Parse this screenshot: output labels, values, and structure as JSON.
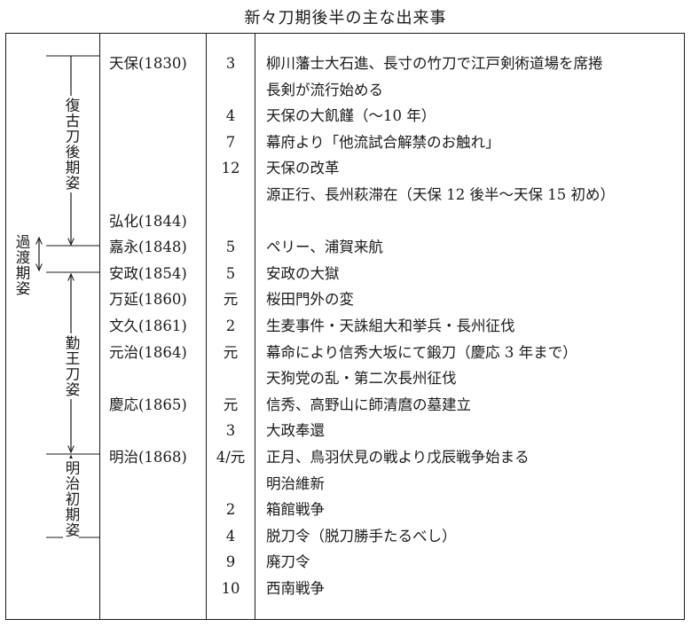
{
  "title": "新々刀期後半の主な出来事",
  "periods": [
    {
      "label": "復古刀後期姿"
    },
    {
      "label": "過渡期姿"
    },
    {
      "label": "勤王刀姿"
    },
    {
      "label": "明治初期姿"
    }
  ],
  "rows": [
    {
      "era": "天保(1830)",
      "year": "3",
      "event": "柳川藩士大石進、長寸の竹刀で江戸剣術道場を席捲"
    },
    {
      "era": "",
      "year": "",
      "event": "長剣が流行始める"
    },
    {
      "era": "",
      "year": "4",
      "event": "天保の大飢饉（〜10 年）"
    },
    {
      "era": "",
      "year": "7",
      "event": "幕府より「他流試合解禁のお触れ」"
    },
    {
      "era": "",
      "year": "12",
      "event": "天保の改革"
    },
    {
      "era": "",
      "year": "",
      "event": "源正行、長州萩滞在（天保 12 後半〜天保 15 初め）"
    },
    {
      "era": "弘化(1844)",
      "year": "",
      "event": ""
    },
    {
      "era": "嘉永(1848)",
      "year": "5",
      "event": "ペリー、浦賀来航"
    },
    {
      "era": "安政(1854)",
      "year": "5",
      "event": "安政の大獄"
    },
    {
      "era": "万延(1860)",
      "year": "元",
      "event": "桜田門外の変"
    },
    {
      "era": "文久(1861)",
      "year": "2",
      "event": "生麦事件・天誅組大和挙兵・長州征伐"
    },
    {
      "era": "元治(1864)",
      "year": "元",
      "event": "幕命により信秀大坂にて鍛刀（慶応 3 年まで）"
    },
    {
      "era": "",
      "year": "",
      "event": "天狗党の乱・第二次長州征伐"
    },
    {
      "era": "慶応(1865)",
      "year": "元",
      "event": "信秀、高野山に師清麿の墓建立"
    },
    {
      "era": "",
      "year": "3",
      "event": "大政奉還"
    },
    {
      "era": "明治(1868)",
      "year": "4/元",
      "event": "正月、鳥羽伏見の戦より戊辰戦争始まる"
    },
    {
      "era": "",
      "year": "",
      "event": "明治維新"
    },
    {
      "era": "",
      "year": "2",
      "event": "箱館戦争"
    },
    {
      "era": "",
      "year": "4",
      "event": "脱刀令（脱刀勝手たるべし）"
    },
    {
      "era": "",
      "year": "9",
      "event": "廃刀令"
    },
    {
      "era": "",
      "year": "10",
      "event": "西南戦争"
    }
  ]
}
